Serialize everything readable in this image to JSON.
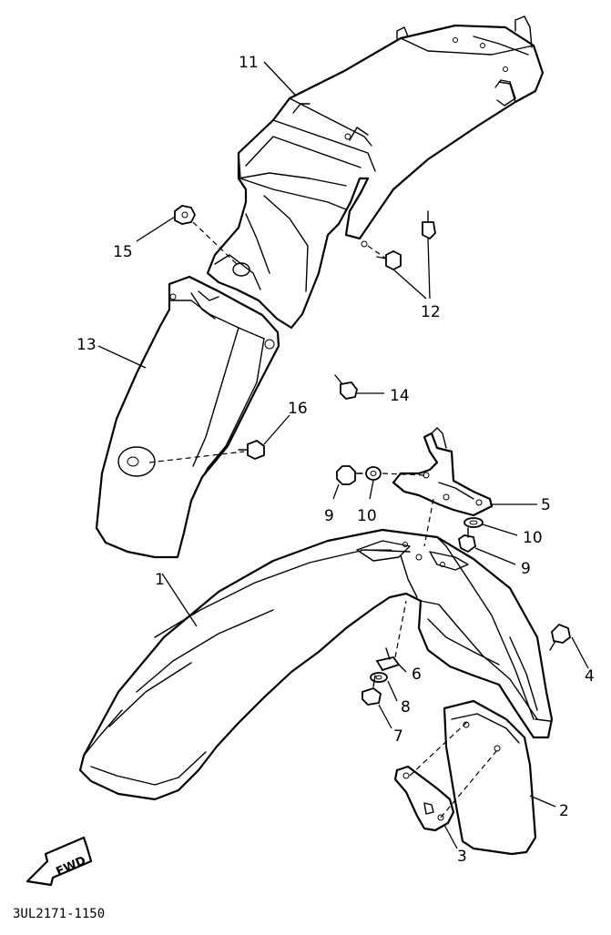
{
  "diagram_code": "3UL2171-1150",
  "fwd_label": "FWD",
  "callouts": {
    "c1": "1",
    "c2": "2",
    "c3": "3",
    "c4": "4",
    "c5": "5",
    "c6": "6",
    "c7": "7",
    "c8": "8",
    "c9a": "9",
    "c9b": "9",
    "c10a": "10",
    "c10b": "10",
    "c11": "11",
    "c12": "12",
    "c13": "13",
    "c14": "14",
    "c15": "15",
    "c16": "16"
  },
  "colors": {
    "ink": "#000000",
    "paper": "#ffffff"
  }
}
